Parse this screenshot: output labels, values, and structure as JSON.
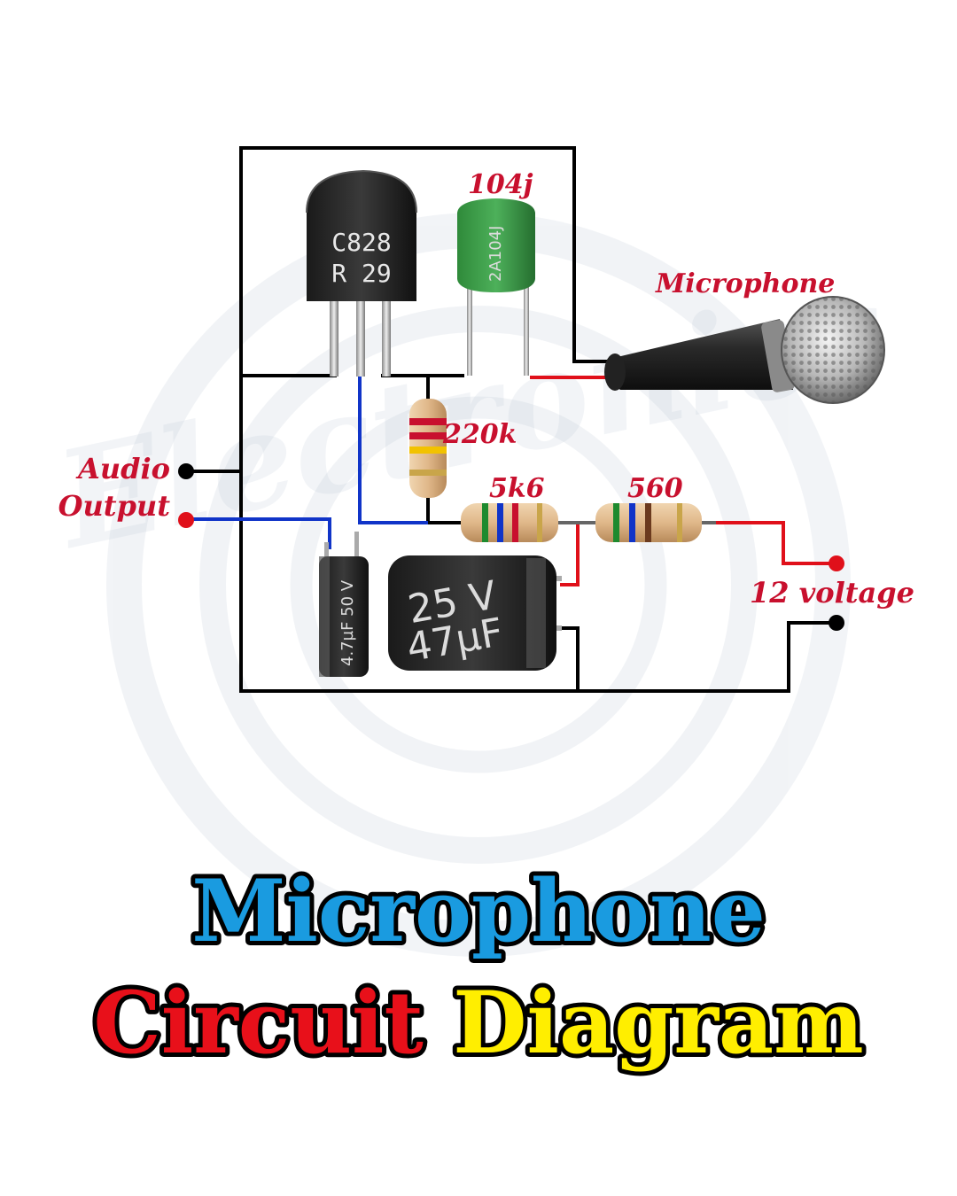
{
  "labels": {
    "capacitor_104j": "104j",
    "microphone": "Microphone",
    "resistor_220k": "220k",
    "resistor_5k6": "5k6",
    "resistor_560": "560",
    "audio_line1": "Audio",
    "audio_line2": "Output",
    "supply": "12 voltage"
  },
  "transistor": {
    "line1": "C828",
    "line2": "R 29"
  },
  "film_capacitor": {
    "marking": "2A104J"
  },
  "small_electrolytic": {
    "marking": "4.7µF 50 V"
  },
  "large_electrolytic": {
    "line1": "25 V",
    "line2": "47µF"
  },
  "watermark": "Electronics",
  "title": {
    "line1": "Microphone",
    "line2_part1": "Circuit",
    "line2_part2": "Diagram"
  },
  "colors": {
    "title_line1": "#1a9be0",
    "title_part1": "#e8101a",
    "title_part2": "#ffee00",
    "label_red": "#c8102e",
    "wire_black": "#000000",
    "wire_blue": "#1034c8",
    "wire_red": "#e0101a"
  }
}
